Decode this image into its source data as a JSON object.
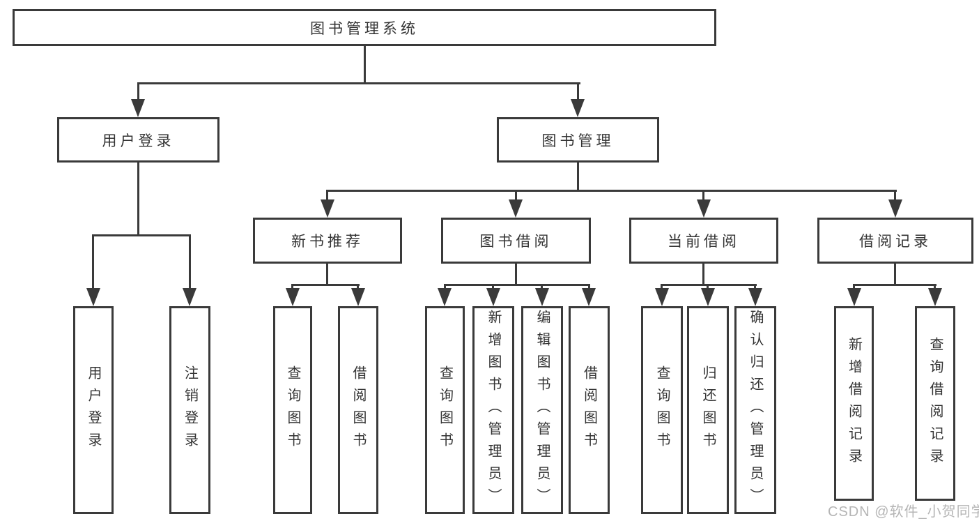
{
  "diagram": {
    "root": {
      "label": "图书管理系统"
    },
    "level2": [
      {
        "label": "用户登录"
      },
      {
        "label": "图书管理"
      }
    ],
    "level3": [
      {
        "label": "新书推荐"
      },
      {
        "label": "图书借阅"
      },
      {
        "label": "当前借阅"
      },
      {
        "label": "借阅记录"
      }
    ],
    "leaves": [
      {
        "label": "用户登录"
      },
      {
        "label": "注销登录"
      },
      {
        "label": "查询图书"
      },
      {
        "label": "借阅图书"
      },
      {
        "label": "查询图书"
      },
      {
        "label": "新增图书（管理员）"
      },
      {
        "label": "编辑图书（管理员）"
      },
      {
        "label": "借阅图书"
      },
      {
        "label": "查询图书"
      },
      {
        "label": "归还图书"
      },
      {
        "label": "确认归还（管理员）"
      },
      {
        "label": "新增借阅记录"
      },
      {
        "label": "查询借阅记录"
      }
    ]
  },
  "watermark": {
    "text": "CSDN @软件_小贺同学"
  },
  "colors": {
    "line": "#3a3a3a",
    "text": "#333333",
    "watermark": "#b5b5b5",
    "background": "#ffffff"
  }
}
